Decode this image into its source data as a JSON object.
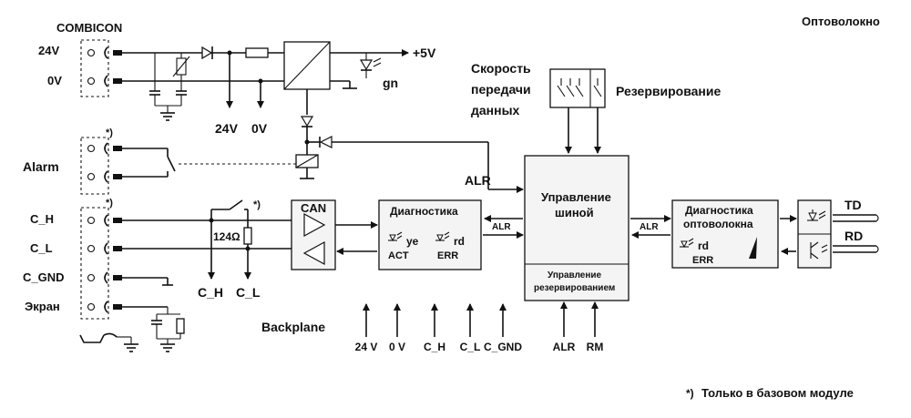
{
  "header": {
    "combicon": "COMBICON",
    "title_right": "Оптоволокно"
  },
  "power": {
    "in_24v": "24V",
    "in_0v": "0V",
    "out_5v": "+5V",
    "led_gn": "gn",
    "tap_24v": "24V",
    "tap_0v": "0V"
  },
  "switches": {
    "speed_line1": "Скорость",
    "speed_line2": "передачи",
    "speed_line3": "данных",
    "redundancy": "Резервирование"
  },
  "alarm": {
    "label": "Alarm",
    "alr": "ALR",
    "note_mark": "*)"
  },
  "bus": {
    "c_h": "C_H",
    "c_l": "C_L",
    "c_gnd": "C_GND",
    "screen": "Экран",
    "resistor": "124Ω",
    "note_mark": "*)",
    "out_c_h": "C_H",
    "out_c_l": "C_L"
  },
  "blocks": {
    "can": "CAN",
    "diag_title": "Диагностика",
    "diag_ye": "ye",
    "diag_act": "ACT",
    "diag_rd": "rd",
    "diag_err": "ERR",
    "alr_link1": "ALR",
    "bus_ctrl_line1": "Управление",
    "bus_ctrl_line2": "шиной",
    "red_ctrl_line1": "Управление",
    "red_ctrl_line2": "резервированием",
    "alr_link2": "ALR",
    "fo_diag_line1": "Диагностика",
    "fo_diag_line2": "оптоволокна",
    "fo_rd": "rd",
    "fo_err": "ERR",
    "td": "TD",
    "rd_out": "RD"
  },
  "backplane": {
    "label": "Backplane",
    "signals": [
      "24 V",
      "0 V",
      "C_H",
      "C_L",
      "C_GND",
      "ALR",
      "RM"
    ]
  },
  "footnote": {
    "mark": "*)",
    "text": "Только в базовом модуле"
  }
}
